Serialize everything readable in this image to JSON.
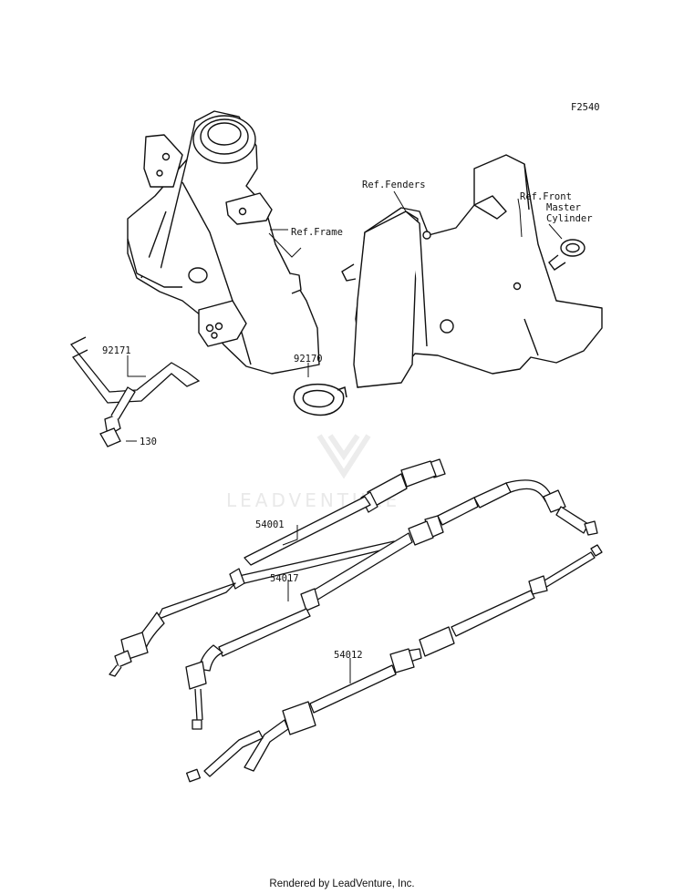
{
  "figure_code": "F2540",
  "refs": {
    "frame": "Ref.Frame",
    "fenders": "Ref.Fenders",
    "front_master_line1": "Ref.Front",
    "front_master_line2": "Master",
    "front_master_line3": "Cylinder"
  },
  "parts": {
    "p92171": "92171",
    "p130": "130",
    "p92170": "92170",
    "p54001": "54001",
    "p54017": "54017",
    "p54012": "54012"
  },
  "watermark": "LEADVENTURE",
  "footer": "Rendered by LeadVenture, Inc."
}
